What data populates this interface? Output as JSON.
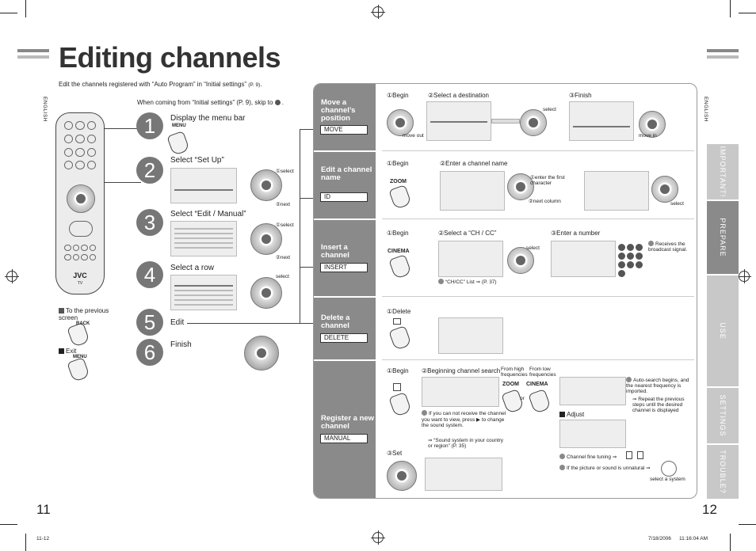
{
  "header": {
    "title": "Editing channels",
    "intro": "Edit the channels registered with “Auto Program” in “Initial settings”",
    "intro_ref": "(P. 9)",
    "skip_note": "When coming from “Initial settings” (P. 9), skip to"
  },
  "side": {
    "lang_left": "ENGLISH",
    "lang_right": "ENGLISH"
  },
  "remote": {
    "brand": "JVC",
    "tv": "TV"
  },
  "steps": [
    {
      "num": "1",
      "label": "Display the menu bar",
      "key": "MENU"
    },
    {
      "num": "2",
      "label": "Select “Set Up”",
      "a": "①select",
      "b": "②next"
    },
    {
      "num": "3",
      "label": "Select “Edit / Manual”",
      "a": "①select",
      "b": "②next"
    },
    {
      "num": "4",
      "label": "Select a row",
      "a": "select"
    },
    {
      "num": "5",
      "label": "Edit"
    },
    {
      "num": "6",
      "label": "Finish"
    }
  ],
  "notes": {
    "prev": "To the previous screen",
    "back_key": "BACK",
    "exit": "Exit",
    "exit_key": "MENU"
  },
  "sections": [
    {
      "title": "Move a channel’s position",
      "box": "MOVE"
    },
    {
      "title": "Edit a channel name",
      "box": "ID"
    },
    {
      "title": "Insert a channel",
      "box": "INSERT"
    },
    {
      "title": "Delete a channel",
      "box": "DELETE"
    },
    {
      "title": "Register a new channel",
      "box": "MANUAL"
    }
  ],
  "move": {
    "s1": "①Begin",
    "s2": "②Select a destination",
    "s3": "③Finish",
    "select": "select",
    "move_out": "move out",
    "move_in": "move in"
  },
  "id": {
    "s1": "①Begin",
    "s2": "②Enter a channel name",
    "enter_first": "①enter the first character",
    "next_col": "②next column",
    "select": "select",
    "zoom": "ZOOM"
  },
  "insert": {
    "s1": "①Begin",
    "s2": "②Select a “CH / CC”",
    "s3": "③Enter a number",
    "select": "select",
    "note": "“CH/CC” List",
    "note_ref": "(P. 37)",
    "receives": "Receives the broadcast signal.",
    "cinema": "CINEMA"
  },
  "delete": {
    "s1": "①Delete"
  },
  "register": {
    "s1": "①Begin",
    "s2": "②Beginning channel search",
    "high": "From high frequencies",
    "low": "From low frequencies",
    "or": "or",
    "zoom": "ZOOM",
    "cinema": "CINEMA",
    "auto": "Auto-search begins, and the nearest frequency is imported.",
    "repeat": "Repeat the previous steps until the desired channel is displayed",
    "cant": "If you can not receive the channel you want to view, press",
    "cant2": "to change the sound system.",
    "sound": "“Sound system in your country or region” (P. 35)",
    "adjust": "Adjust",
    "fine": "Channel fine tuning",
    "unnatural": "If the picture or sound is unnatural",
    "set": "③Set",
    "select_system": "select a system"
  },
  "tabs": [
    "IMPORTANT!",
    "PREPARE",
    "USE",
    "SETTINGS",
    "TROUBLE?"
  ],
  "footer": {
    "page_left": "11",
    "page_right": "12",
    "file": "11-12",
    "date": "7/18/2006",
    "time": "11:16:04 AM"
  }
}
